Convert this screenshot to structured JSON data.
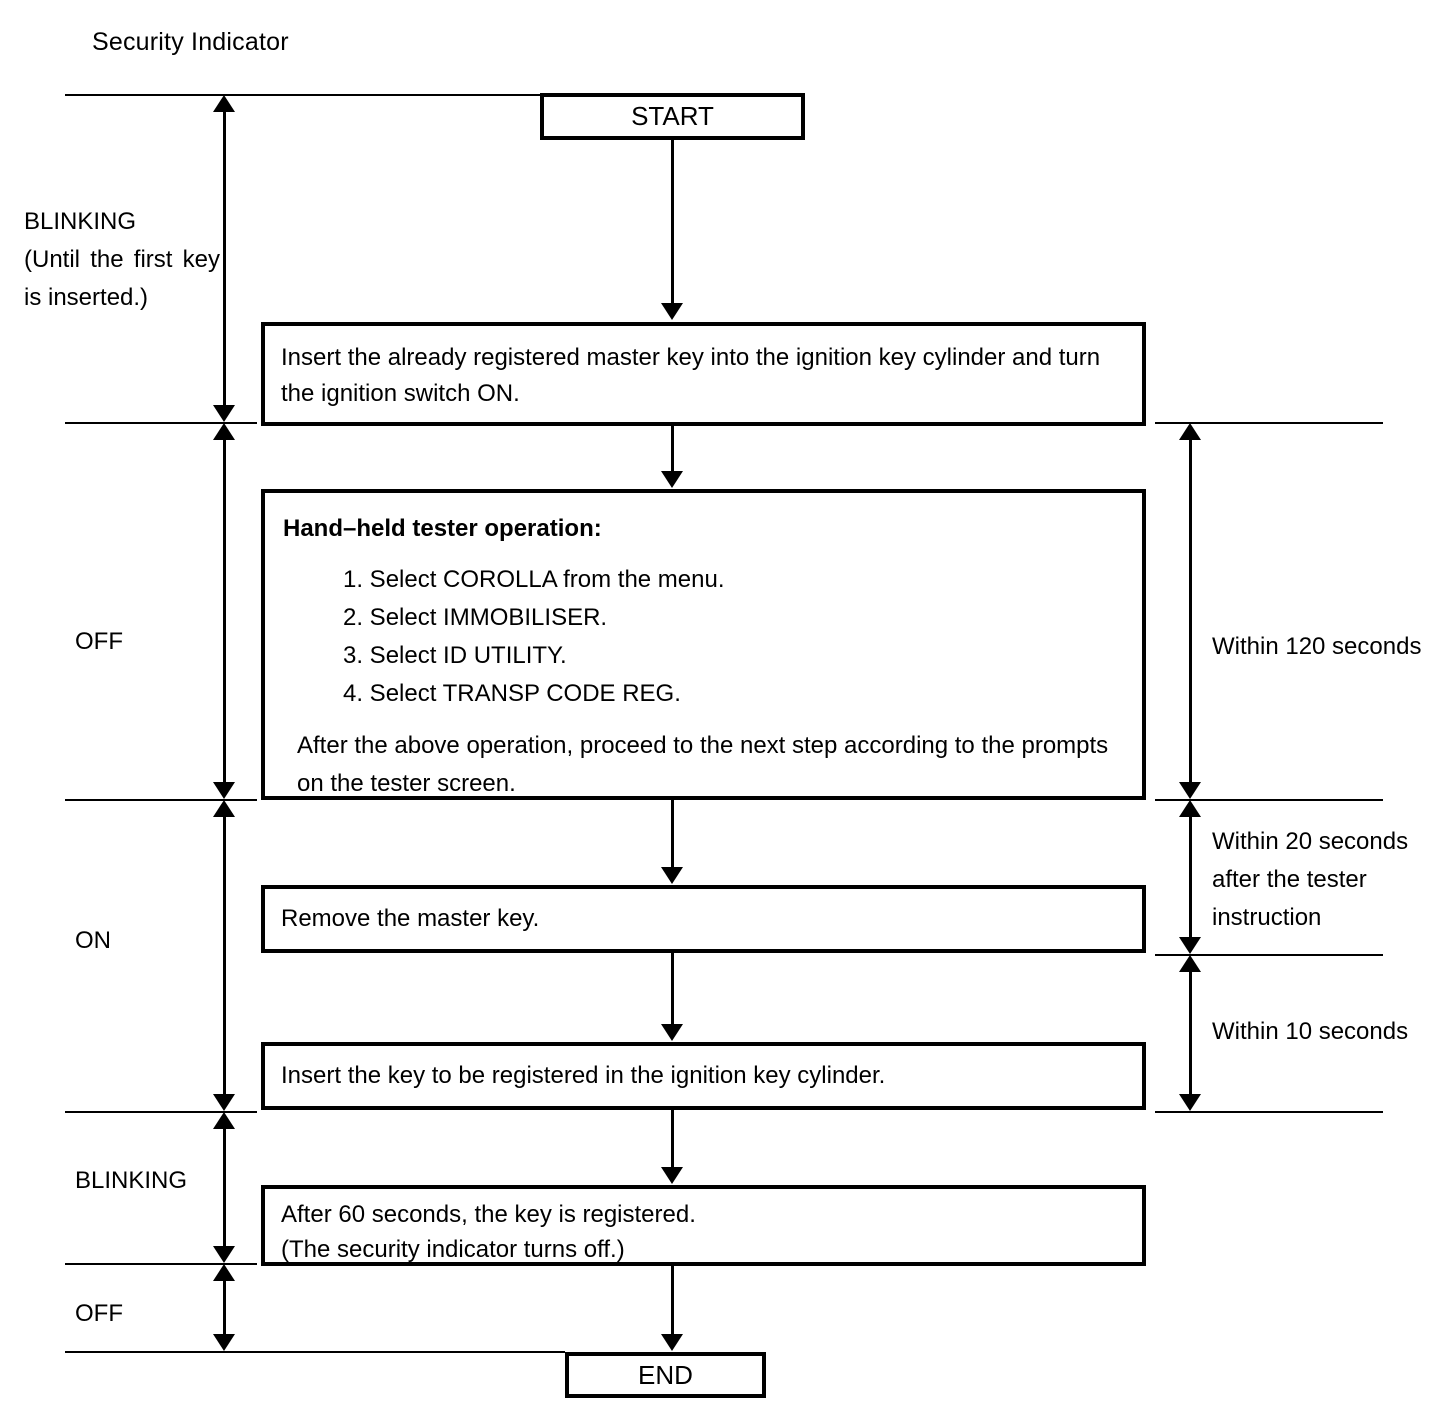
{
  "diagram": {
    "title": "Security Indicator",
    "type": "flowchart"
  },
  "indicator_states": [
    {
      "label": "BLINKING",
      "note": "(Until  the  first key is inserted.)"
    },
    {
      "label": "OFF"
    },
    {
      "label": "ON"
    },
    {
      "label": "BLINKING"
    },
    {
      "label": "OFF"
    }
  ],
  "left_labels": {
    "blinking_first": "BLINKING",
    "blinking_first_note": "(Until  the  first key is inserted.)",
    "off_1": "OFF",
    "on": "ON",
    "blinking_2": "BLINKING",
    "off_2": "OFF"
  },
  "timing_labels": {
    "within_120": "Within 120 seconds",
    "within_20": "Within 20 seconds after the tester instruction",
    "within_10": "Within 10 seconds"
  },
  "nodes": {
    "start": "START",
    "step1": "Insert the already registered master key into the ignition key cylinder and turn the ignition switch ON.",
    "step2_title": "Hand–held tester operation:",
    "step2_items": [
      "1. Select COROLLA from the menu.",
      "2. Select IMMOBILISER.",
      "3. Select ID UTILITY.",
      "4. Select TRANSP CODE REG."
    ],
    "step2_footer": "After the above operation, proceed to the next step according to the prompts on the tester screen.",
    "step3": "Remove the master key.",
    "step4": "Insert the key to be registered in the ignition key cylinder.",
    "step5_line1": "After 60 seconds, the key is registered.",
    "step5_line2": "(The security indicator turns off.)",
    "end": "END"
  },
  "colors": {
    "stroke": "#000000",
    "background": "#ffffff"
  }
}
